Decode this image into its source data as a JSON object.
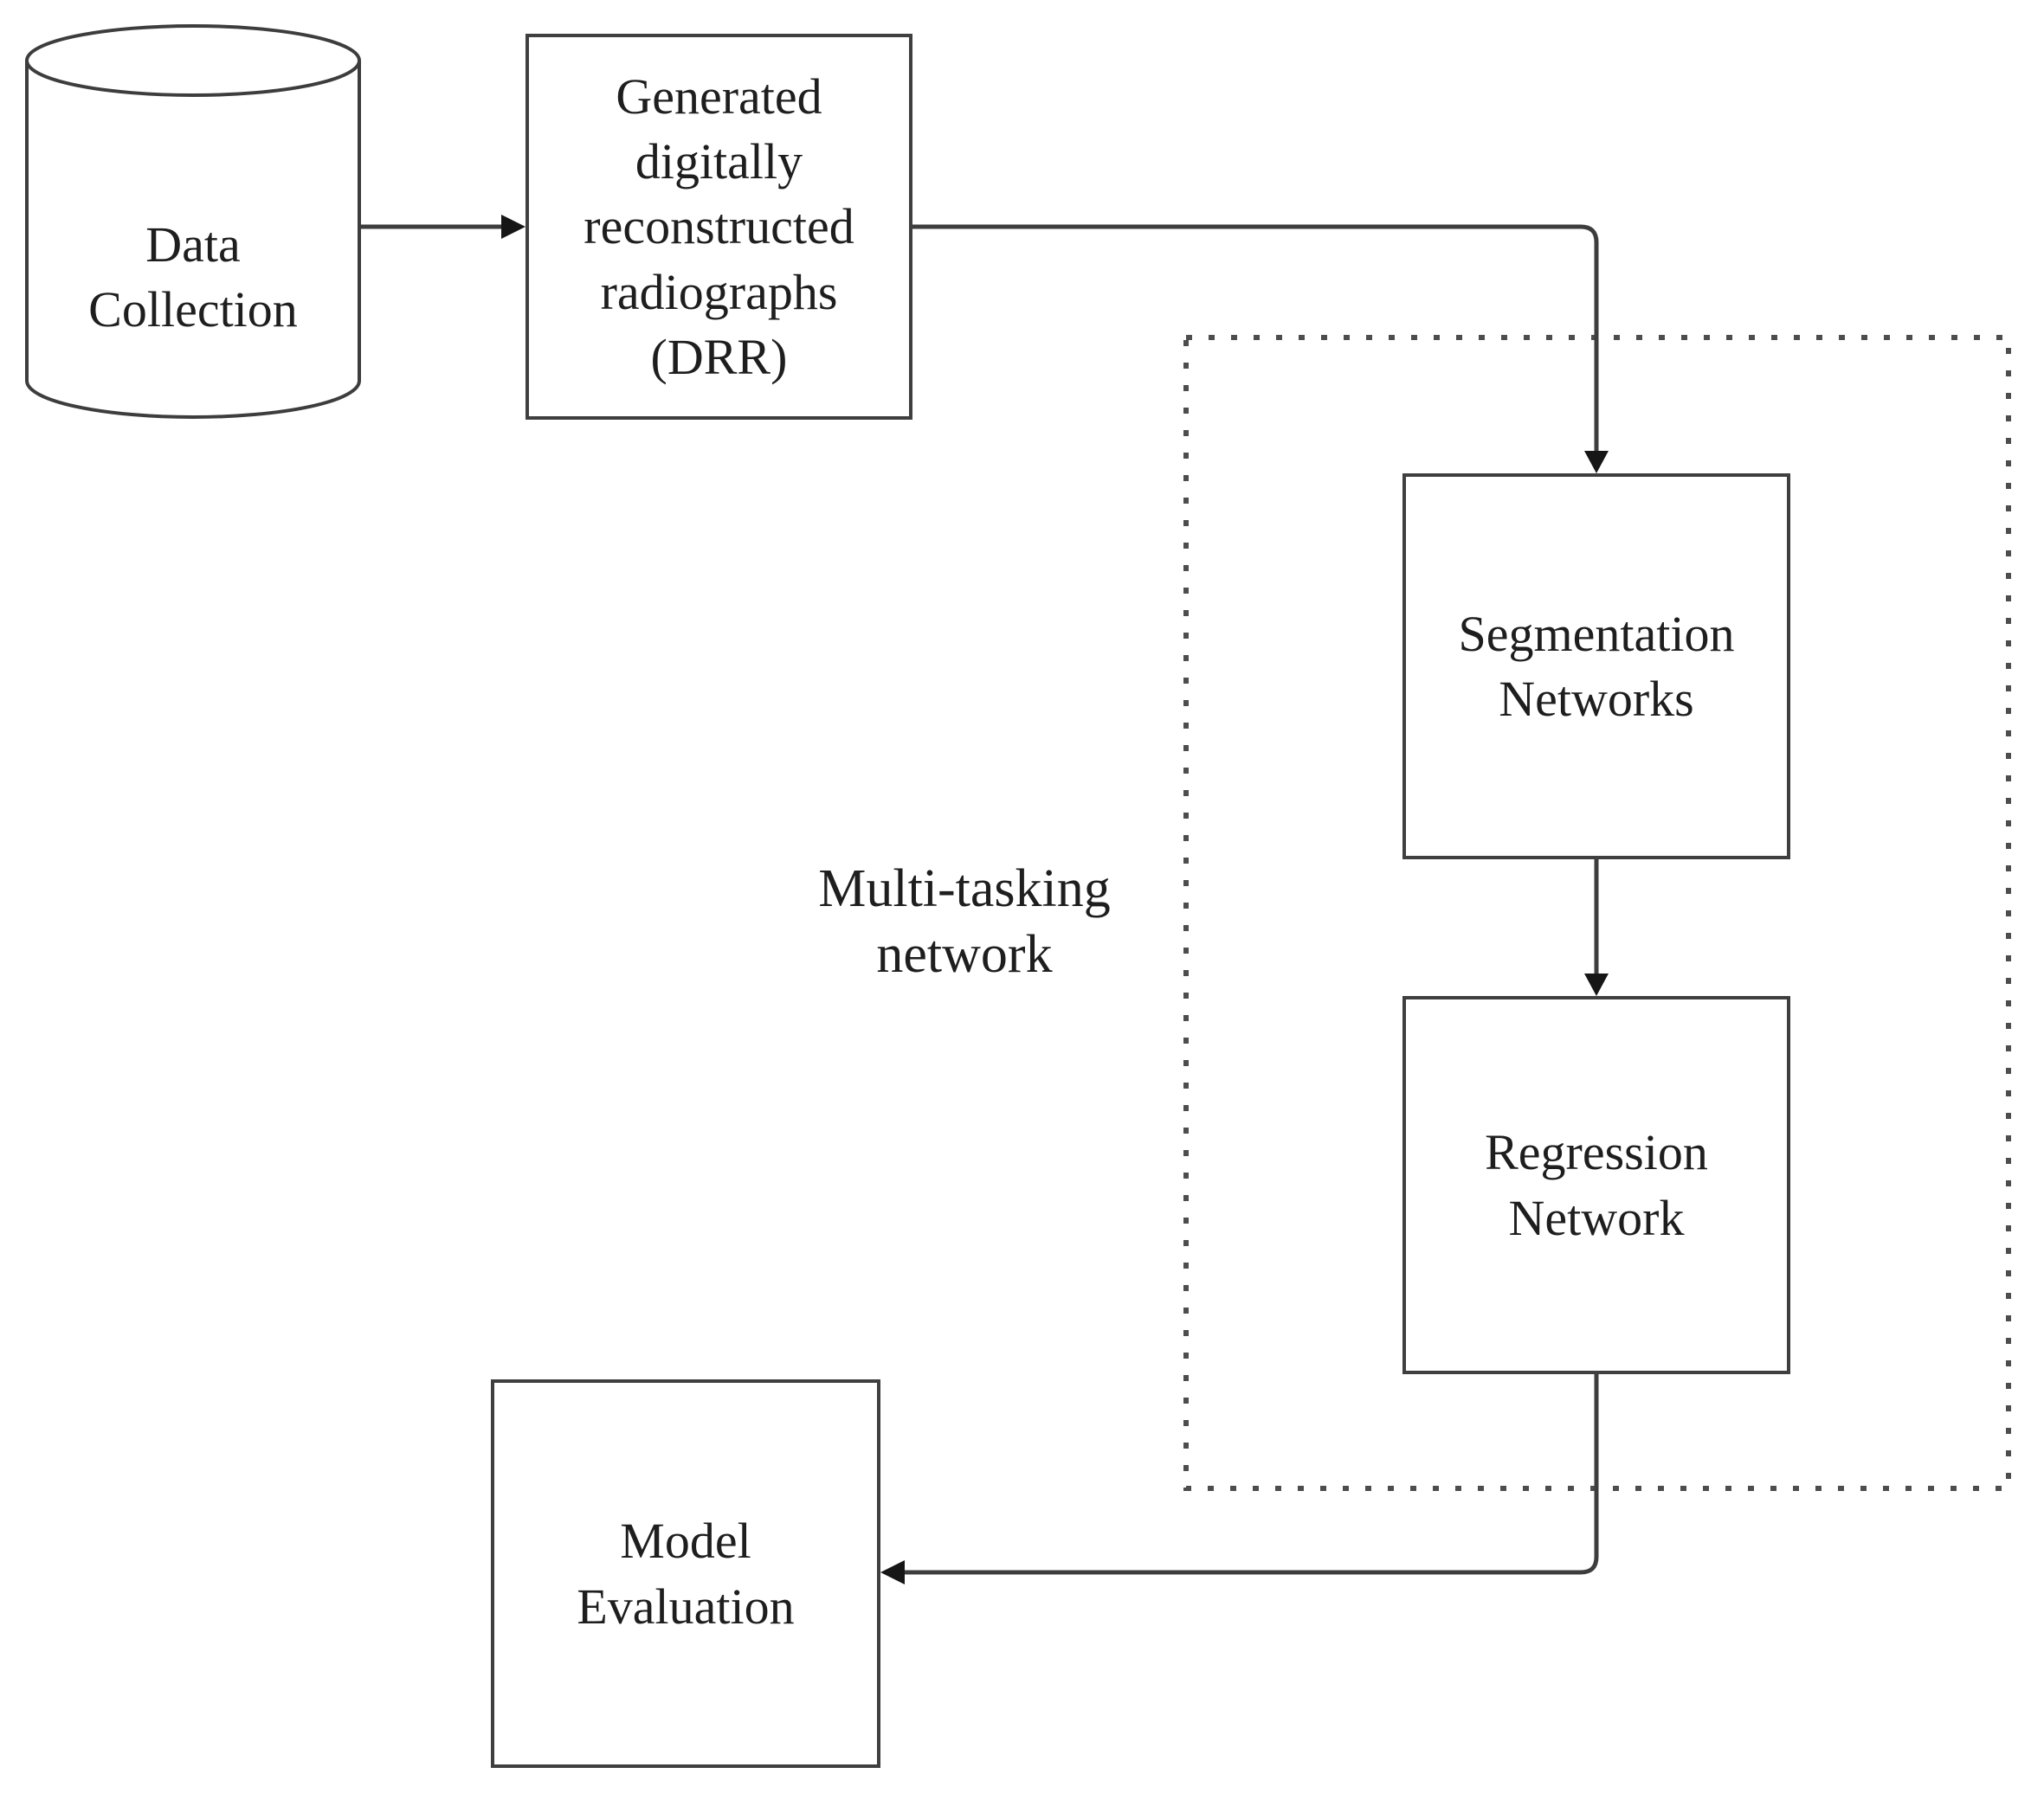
{
  "figure": {
    "background": "#ffffff",
    "text_color": "#1e1e1e",
    "line_color": "#3d3d3d",
    "arrowhead_color": "#161616",
    "nodes": {
      "data_collection": {
        "label": "Data\nCollection",
        "shape": "cylinder"
      },
      "drr": {
        "label": "Generated\ndigitally\nreconstructed\nradiographs\n(DRR)",
        "shape": "rectangle"
      },
      "segmentation": {
        "label": "Segmentation\nNetworks",
        "shape": "rectangle"
      },
      "regression": {
        "label": "Regression\nNetwork",
        "shape": "rectangle"
      },
      "model_evaluation": {
        "label": "Model\nEvaluation",
        "shape": "rectangle"
      }
    },
    "group": {
      "label": "Multi-tasking\nnetwork",
      "border_style": "dotted",
      "contains": [
        "segmentation",
        "regression"
      ]
    },
    "edges": [
      {
        "from": "data_collection",
        "to": "drr",
        "style": "arrow"
      },
      {
        "from": "drr",
        "to": "segmentation",
        "style": "arrow-elbow"
      },
      {
        "from": "segmentation",
        "to": "regression",
        "style": "arrow"
      },
      {
        "from": "regression",
        "to": "model_evaluation",
        "style": "arrow-elbow"
      }
    ]
  }
}
